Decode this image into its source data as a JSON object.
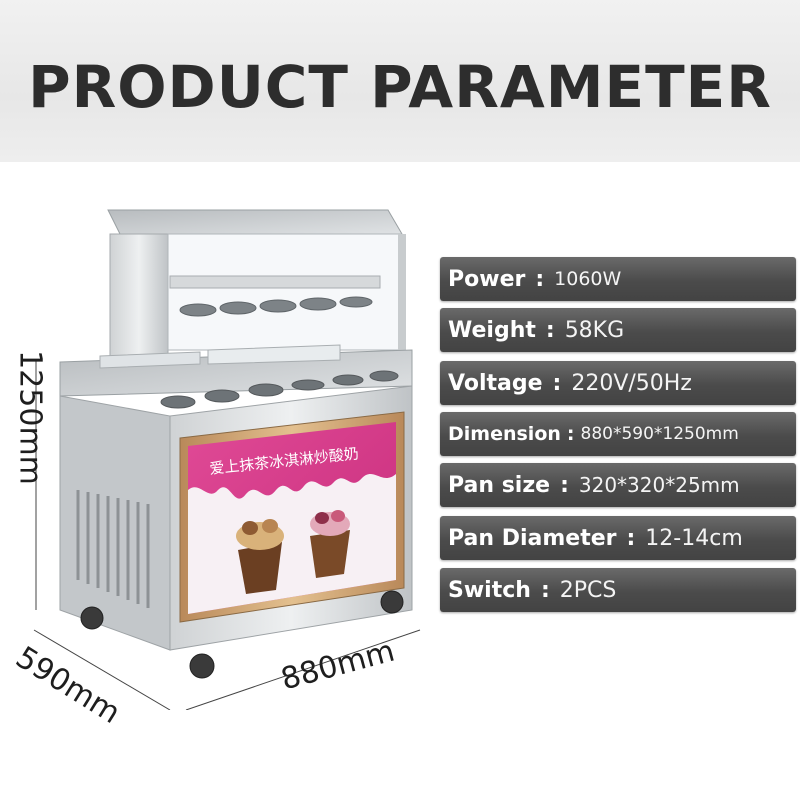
{
  "header": {
    "title": "PRODUCT PARAMETER"
  },
  "specs": [
    {
      "label": "Power",
      "sep": ":",
      "value": "1060W"
    },
    {
      "label": "Weight",
      "sep": ":",
      "value": "58KG"
    },
    {
      "label": "Voltage",
      "sep": ":",
      "value": "220V/50Hz"
    },
    {
      "label": "Dimension",
      "sep": ":",
      "value": "880*590*1250mm"
    },
    {
      "label": "Pan size",
      "sep": ":",
      "value": "320*320*25mm"
    },
    {
      "label": "Pan Diameter",
      "sep": ":",
      "value": "12-14cm"
    },
    {
      "label": "Switch",
      "sep": ":",
      "value": "2PCS"
    }
  ],
  "dimensions": {
    "height": "1250mm",
    "depth": "590mm",
    "width": "880mm"
  },
  "machine": {
    "banner_text": "爱上抹茶冰淇淋炒酸奶",
    "banner_color": "#d9398a"
  },
  "colors": {
    "row_bg": "#4b4b4b",
    "title": "#2d2d2d"
  }
}
